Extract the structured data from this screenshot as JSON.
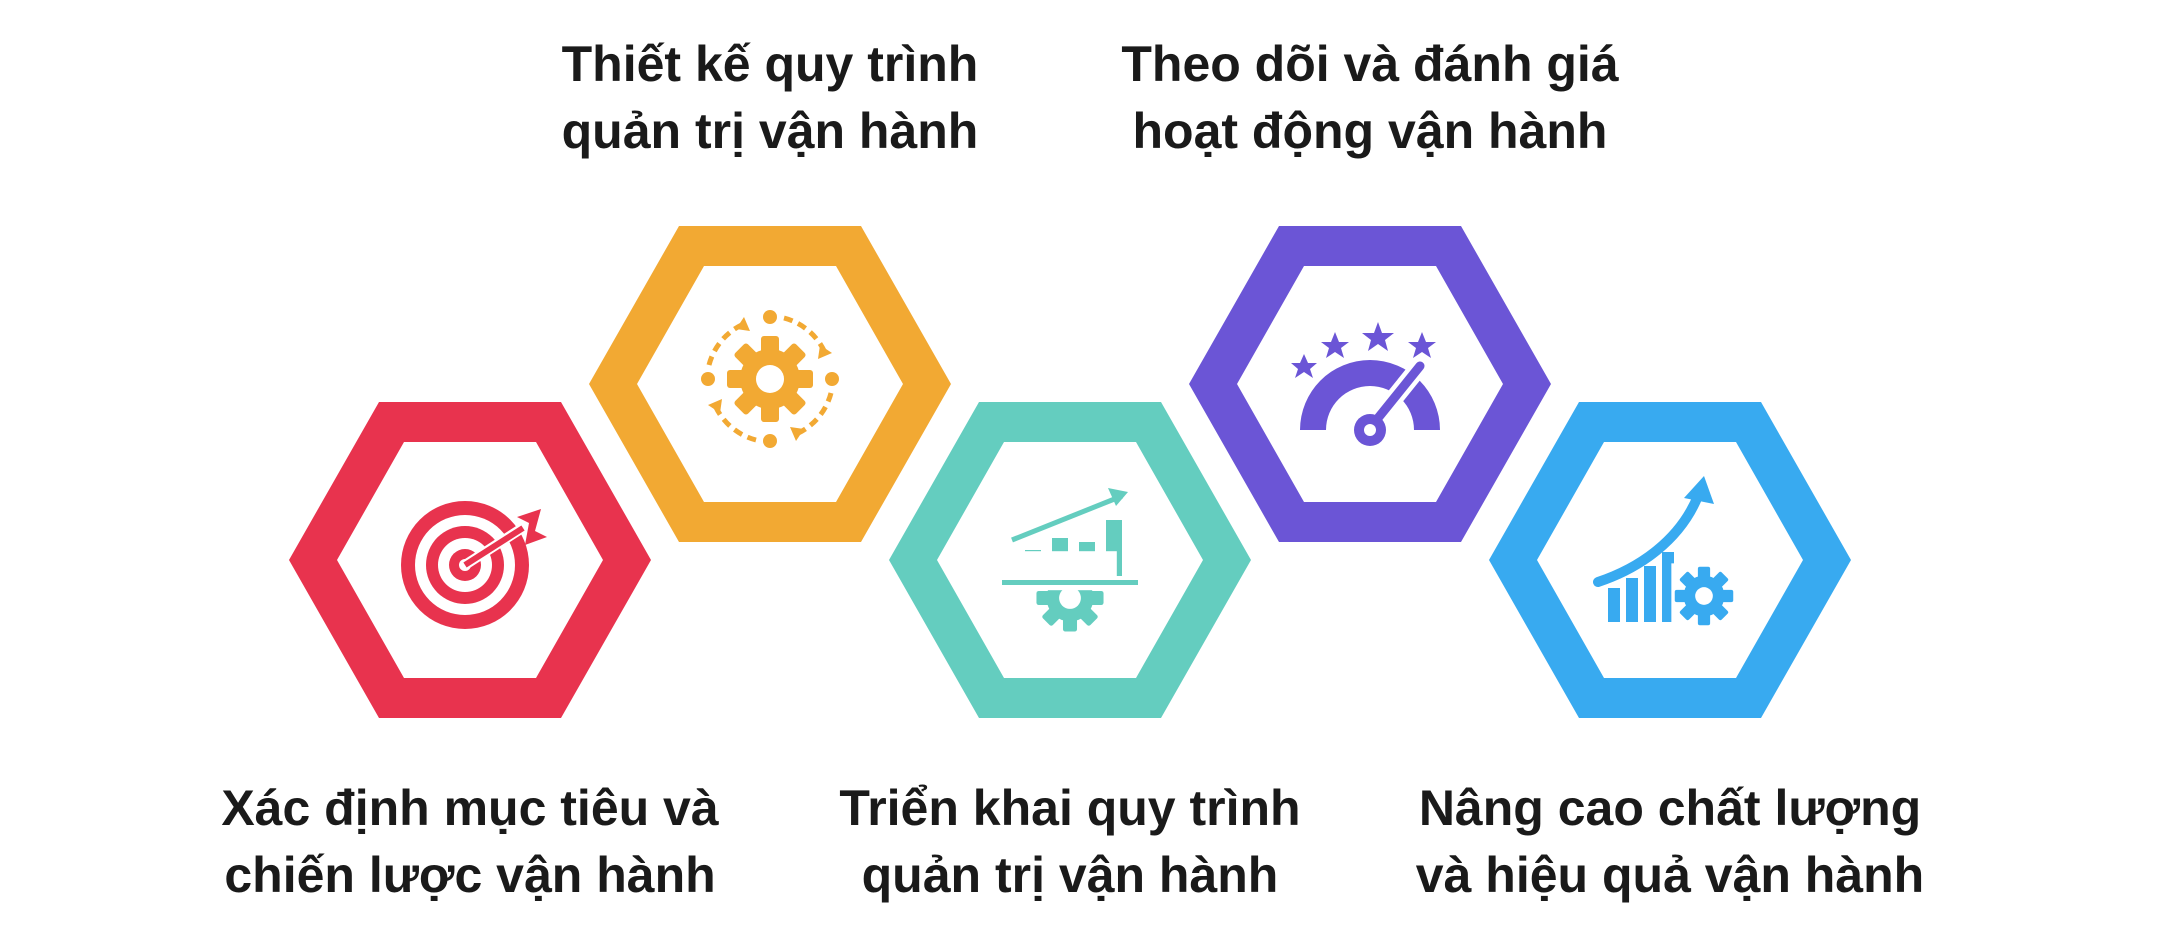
{
  "steps": [
    {
      "line1": "Xác định mục tiêu và",
      "line2": "chiến lược vận hành",
      "color": "#e8334e",
      "icon": "target-icon"
    },
    {
      "line1": "Thiết kế quy trình",
      "line2": "quản trị vận hành",
      "color": "#f2a933",
      "icon": "gear-cycle-icon"
    },
    {
      "line1": "Triển khai quy trình",
      "line2": "quản trị vận hành",
      "color": "#64cdbf",
      "icon": "growth-chart-gear-icon"
    },
    {
      "line1": "Theo dõi và đánh giá",
      "line2": "hoạt động vận hành",
      "color": "#6b55d6",
      "icon": "rating-gauge-icon"
    },
    {
      "line1": "Nâng cao chất lượng",
      "line2": "và hiệu quả vận hành",
      "color": "#38aaf0",
      "icon": "growth-arrow-gear-icon"
    }
  ]
}
